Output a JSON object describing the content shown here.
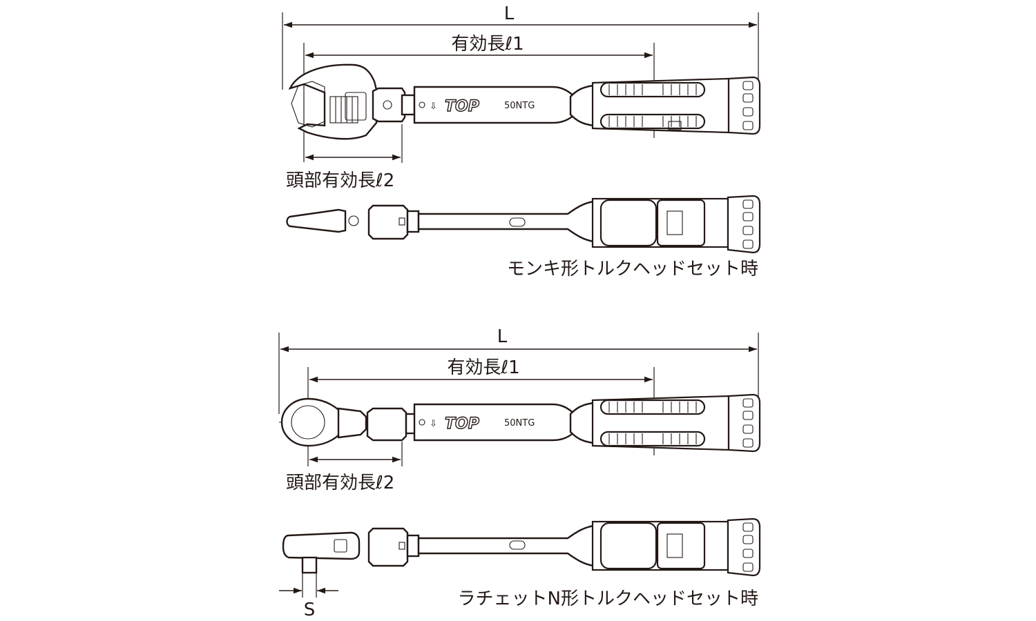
{
  "figure_a": {
    "dim_L": "L",
    "dim_l1": "有効長ℓ1",
    "dim_l2": "頭部有効長ℓ2",
    "brand": "TOP",
    "model": "50NTG",
    "caption": "モンキ形トルクヘッドセット時"
  },
  "figure_b": {
    "dim_L": "L",
    "dim_l1": "有効長ℓ1",
    "dim_l2": "頭部有効長ℓ2",
    "dim_S": "S",
    "brand": "TOP",
    "model": "50NTG",
    "caption": "ラチェットN形トルクヘッドセット時"
  },
  "colors": {
    "line": "#231815",
    "background": "#ffffff"
  }
}
